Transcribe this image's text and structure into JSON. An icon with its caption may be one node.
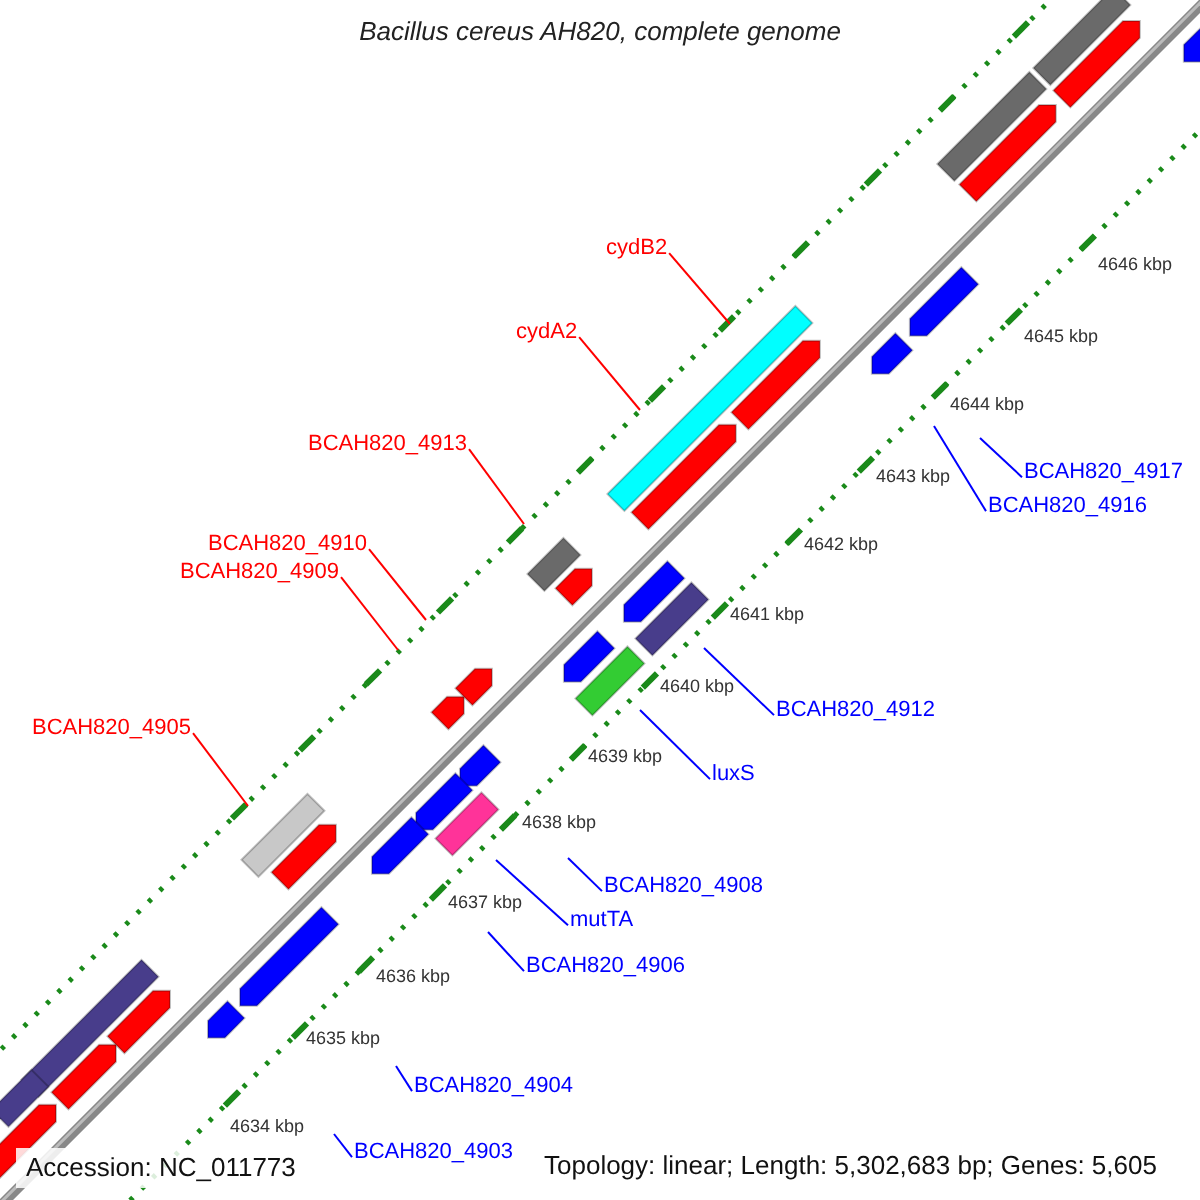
{
  "diagram": {
    "title": "Bacillus cereus AH820, complete genome",
    "nodes": [
      {
        "text": [
          "cydB2"
        ]
      },
      {
        "text": [
          "cydA2"
        ]
      },
      {
        "text": [
          "BCAH820_4913"
        ]
      },
      {
        "text": [
          "BCAH820_4917"
        ]
      },
      {
        "text": [
          "BCAH820_4916"
        ]
      },
      {
        "text": [
          "BCAH820_4910"
        ]
      },
      {
        "text": [
          "BCAH820_4909"
        ]
      },
      {
        "text": [
          "BCAH820_4912"
        ]
      },
      {
        "text": [
          "BCAH820_4905"
        ]
      },
      {
        "text": [
          "luxS"
        ]
      },
      {
        "text": [
          "BCAH820_4908"
        ]
      },
      {
        "text": [
          "mutTA"
        ]
      },
      {
        "text": [
          "BCAH820_4906"
        ]
      },
      {
        "text": [
          "BCAH820_4904"
        ]
      },
      {
        "text": [
          "BCAH820_4903"
        ]
      }
    ],
    "edges": [
      {
        "from": 0,
        "to": null,
        "arrow": "none",
        "color": "#ff0000"
      },
      {
        "from": 1,
        "to": null,
        "arrow": "none",
        "color": "#ff0000"
      },
      {
        "from": 2,
        "to": null,
        "arrow": "none",
        "color": "#ff0000"
      },
      {
        "from": 3,
        "to": null,
        "arrow": "none"
      },
      {
        "from": 4,
        "to": null,
        "arrow": "none"
      },
      {
        "from": 5,
        "to": null,
        "arrow": "none",
        "color": "#ff0000"
      },
      {
        "from": 6,
        "to": null,
        "arrow": "none",
        "color": "#ff0000"
      },
      {
        "from": 7,
        "to": null,
        "arrow": "none"
      },
      {
        "from": 8,
        "to": null,
        "arrow": "none",
        "color": "#ff0000"
      },
      {
        "from": 9,
        "to": null,
        "arrow": "none"
      },
      {
        "from": 10,
        "to": null,
        "arrow": "none"
      },
      {
        "from": 11,
        "to": null,
        "arrow": "none"
      },
      {
        "from": 12,
        "to": null,
        "arrow": "none"
      },
      {
        "from": 13,
        "to": null,
        "arrow": "none"
      },
      {
        "from": 14,
        "to": null,
        "arrow": "none"
      }
    ],
    "labels": [
      "4646 kbp",
      "4645 kbp",
      "4644 kbp",
      "4643 kbp",
      "4642 kbp",
      "4641 kbp",
      "4640 kbp",
      "4639 kbp",
      "4638 kbp",
      "4637 kbp",
      "4636 kbp",
      "4635 kbp",
      "4634 kbp",
      "Accession: NC_011773",
      "Topology: linear; Length: 5,302,683 bp; Genes: 5,605"
    ]
  }
}
